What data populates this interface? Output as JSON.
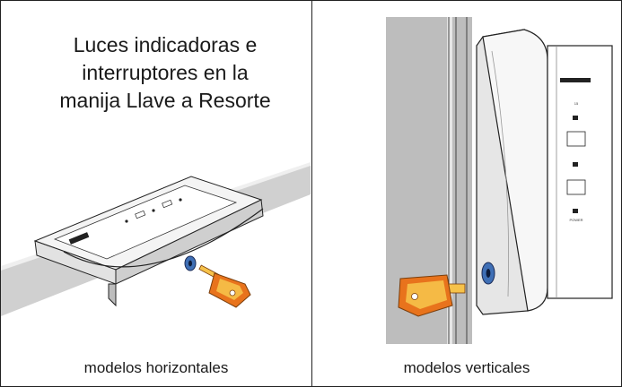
{
  "heading": {
    "line1": "Luces indicadoras e",
    "line2": "interruptores en la",
    "line3": "manija Llave a Resorte"
  },
  "captions": {
    "horizontal": "modelos horizontales",
    "vertical": "modelos verticales"
  },
  "vertical_panel": {
    "model": "15",
    "labels": [
      "POWER"
    ]
  },
  "colors": {
    "key_orange": "#e8731c",
    "key_yellow": "#f6c24a",
    "lock_blue": "#3f6fb5",
    "wall_gray": "#bdbdbd"
  }
}
